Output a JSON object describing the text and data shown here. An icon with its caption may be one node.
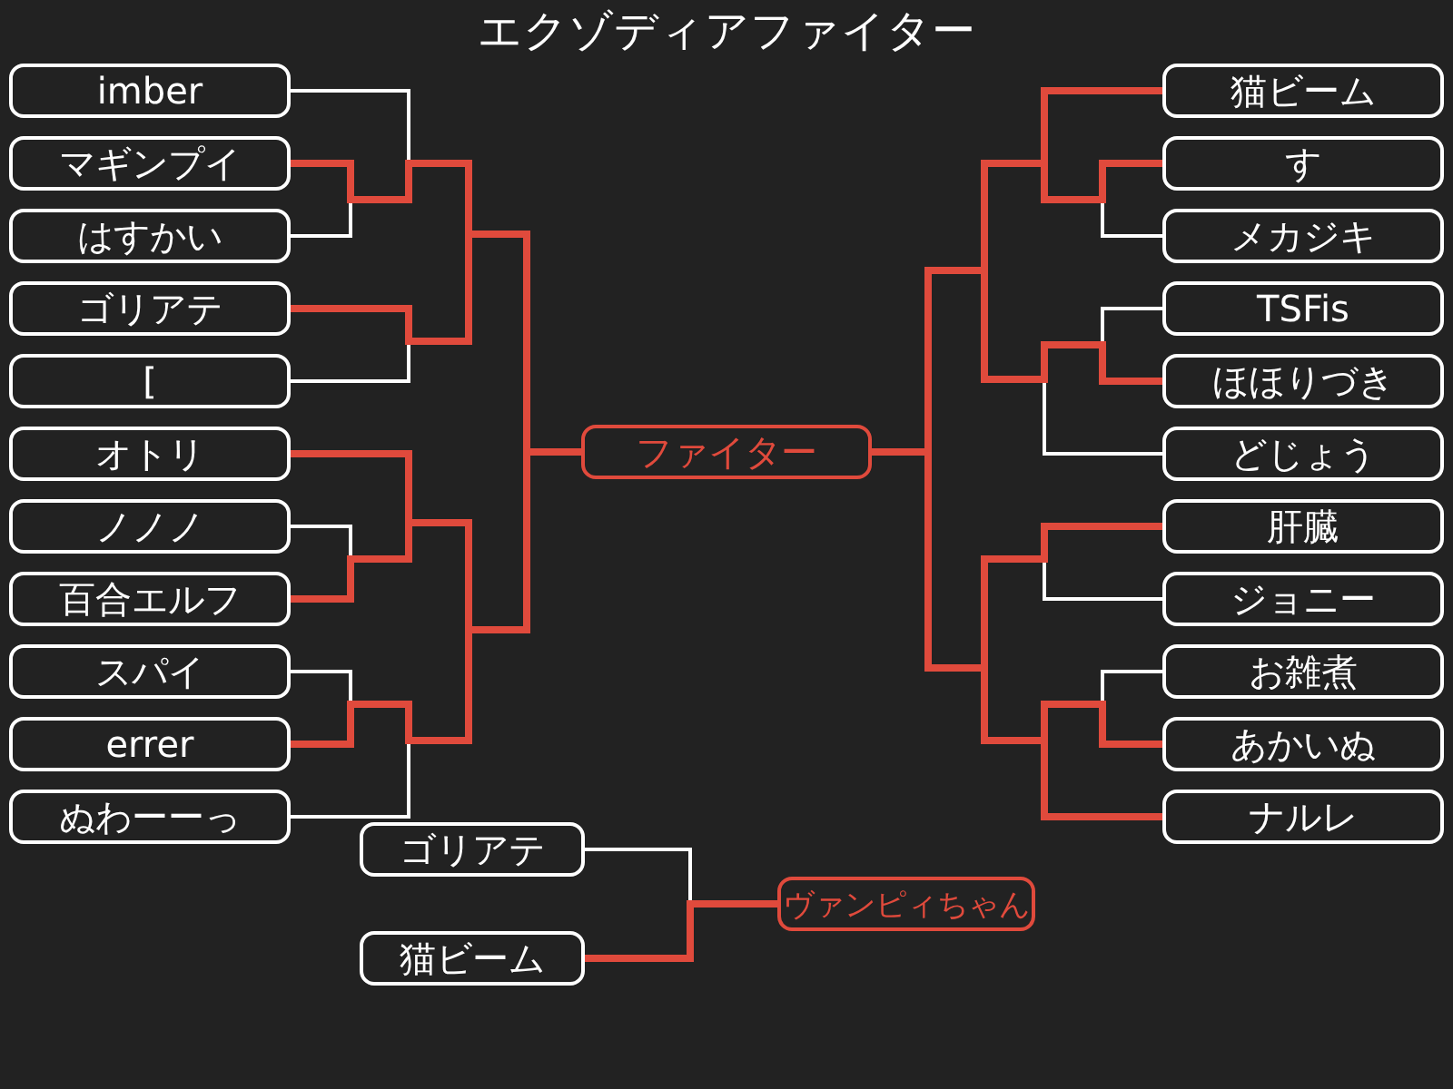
{
  "diagram": {
    "title": "エクゾディアファイター",
    "nodes": [
      {
        "text": [
          "imber"
        ]
      },
      {
        "text": [
          "マギンプイ"
        ]
      },
      {
        "text": [
          "はすかい"
        ]
      },
      {
        "text": [
          "ゴリアテ"
        ]
      },
      {
        "text": [
          "["
        ]
      },
      {
        "text": [
          "オトリ"
        ]
      },
      {
        "text": [
          "ノノノ"
        ]
      },
      {
        "text": [
          "百合エルフ"
        ]
      },
      {
        "text": [
          "スパイ"
        ]
      },
      {
        "text": [
          "errer"
        ]
      },
      {
        "text": [
          "ぬわーーっ"
        ]
      },
      {
        "text": [
          "ファイター"
        ]
      },
      {
        "text": [
          "猫ビーム"
        ]
      },
      {
        "text": [
          "す"
        ]
      },
      {
        "text": [
          "メカジキ"
        ]
      },
      {
        "text": [
          "TSFis"
        ]
      },
      {
        "text": [
          "ほほりづき"
        ]
      },
      {
        "text": [
          "どじょう"
        ]
      },
      {
        "text": [
          "肝臓"
        ]
      },
      {
        "text": [
          "ジョニー"
        ]
      },
      {
        "text": [
          "お雑煮"
        ]
      },
      {
        "text": [
          "あかいぬ"
        ]
      },
      {
        "text": [
          "ナルレ"
        ]
      },
      {
        "text": [
          "ゴリアテ"
        ]
      },
      {
        "text": [
          "猫ビーム"
        ]
      },
      {
        "text": [
          "ヴァンピィちゃん"
        ]
      }
    ],
    "edges": [
      {
        "from": 0,
        "to": 11,
        "arrow": "none"
      },
      {
        "from": 1,
        "to": 11,
        "arrow": "none",
        "style": "thick",
        "color": "#e04a3c"
      },
      {
        "from": 2,
        "to": 11,
        "arrow": "none"
      },
      {
        "from": 3,
        "to": 11,
        "arrow": "none",
        "style": "thick",
        "color": "#e04a3c"
      },
      {
        "from": 4,
        "to": 11,
        "arrow": "none"
      },
      {
        "from": 5,
        "to": 11,
        "arrow": "none",
        "style": "thick",
        "color": "#e04a3c"
      },
      {
        "from": 6,
        "to": 11,
        "arrow": "none"
      },
      {
        "from": 7,
        "to": 11,
        "arrow": "none",
        "style": "thick",
        "color": "#e04a3c"
      },
      {
        "from": 8,
        "to": 11,
        "arrow": "none"
      },
      {
        "from": 9,
        "to": 11,
        "arrow": "none",
        "style": "thick",
        "color": "#e04a3c"
      },
      {
        "from": 10,
        "to": 11,
        "arrow": "none"
      },
      {
        "from": 12,
        "to": 11,
        "arrow": "none",
        "style": "thick",
        "color": "#e04a3c"
      },
      {
        "from": 13,
        "to": 11,
        "arrow": "none",
        "style": "thick",
        "color": "#e04a3c"
      },
      {
        "from": 14,
        "to": 11,
        "arrow": "none"
      },
      {
        "from": 15,
        "to": 11,
        "arrow": "none"
      },
      {
        "from": 16,
        "to": 11,
        "arrow": "none",
        "style": "thick",
        "color": "#e04a3c"
      },
      {
        "from": 17,
        "to": 11,
        "arrow": "none"
      },
      {
        "from": 18,
        "to": 11,
        "arrow": "none",
        "style": "thick",
        "color": "#e04a3c"
      },
      {
        "from": 19,
        "to": 11,
        "arrow": "none"
      },
      {
        "from": 20,
        "to": 11,
        "arrow": "none"
      },
      {
        "from": 21,
        "to": 11,
        "arrow": "none",
        "style": "thick",
        "color": "#e04a3c"
      },
      {
        "from": 22,
        "to": 11,
        "arrow": "none",
        "style": "thick",
        "color": "#e04a3c"
      },
      {
        "from": 23,
        "to": 25,
        "arrow": "none"
      },
      {
        "from": 24,
        "to": 25,
        "arrow": "none",
        "style": "thick",
        "color": "#e04a3c"
      }
    ]
  }
}
